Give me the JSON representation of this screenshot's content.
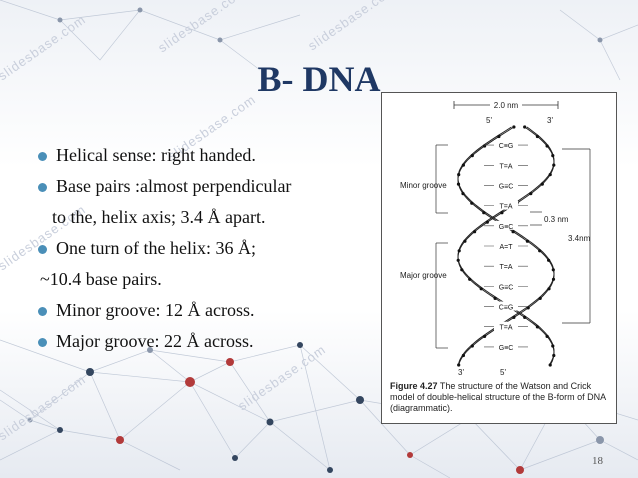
{
  "title": "B- DNA",
  "bullets": [
    {
      "text": "Helical sense: right handed.",
      "dot": true
    },
    {
      "text": "Base pairs :almost perpendicular",
      "dot": true
    },
    {
      "text": "to the, helix axis; 3.4 Å apart.",
      "dot": false
    },
    {
      "text": "One turn of the helix: 36 Å;",
      "dot": true
    },
    {
      "text": "~10.4 base pairs.",
      "dot": false
    },
    {
      "text": "Minor groove: 12 Å across.",
      "dot": true
    },
    {
      "text": "Major groove: 22 Å across.",
      "dot": true
    }
  ],
  "figure": {
    "top_width": "2.0 nm",
    "end_top_left": "5'",
    "end_top_right": "3'",
    "end_bottom_left": "3'",
    "end_bottom_right": "5'",
    "minor_label": "Minor groove",
    "major_label": "Major groove",
    "rise_label": "0.3 nm",
    "pitch_label": "3.4nm",
    "base_pairs": [
      "C≡G",
      "T=A",
      "G≡C",
      "T=A",
      "G≡C",
      "A=T",
      "T=A",
      "G≡C",
      "C≡G",
      "T=A",
      "G≡C"
    ],
    "caption_bold": "Figure 4.27",
    "caption_rest": "The structure of the Watson and Crick model of double-helical structure of the B-form of DNA (diagrammatic)."
  },
  "watermark": "slidesbase.com",
  "page_number": "18",
  "colors": {
    "title": "#1f3864",
    "bullet": "#4a8fb8",
    "network_line": "#b8c2d2",
    "network_node_dark": "#34465f",
    "network_node_red": "#b23a3a"
  }
}
